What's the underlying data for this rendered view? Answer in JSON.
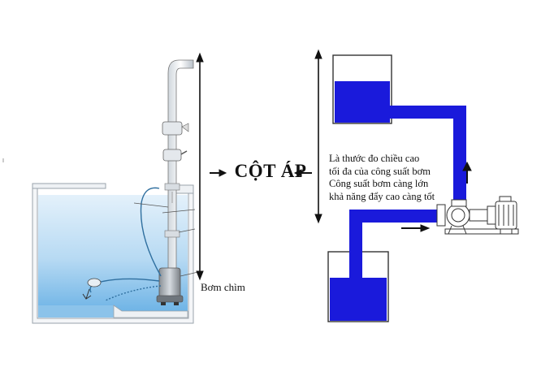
{
  "head_label": "CỘT ÁP",
  "description": [
    "Là thước đo chiều cao",
    "tối đa của công suất bơm",
    "Công suất bơm càng lớn",
    "khả năng đẩy cao càng tốt"
  ],
  "pump_label": "Bơm chìm",
  "colors": {
    "water_light": "#cfe6f6",
    "water_dark": "#7fbde8",
    "tank_water": "#1a1adb",
    "pipe": "#1a1adb",
    "outline": "#222222"
  },
  "icons": [
    "arrow-icon",
    "submersible-pump-icon",
    "centrifugal-pump-icon",
    "valve-icon",
    "float-switch-icon"
  ]
}
